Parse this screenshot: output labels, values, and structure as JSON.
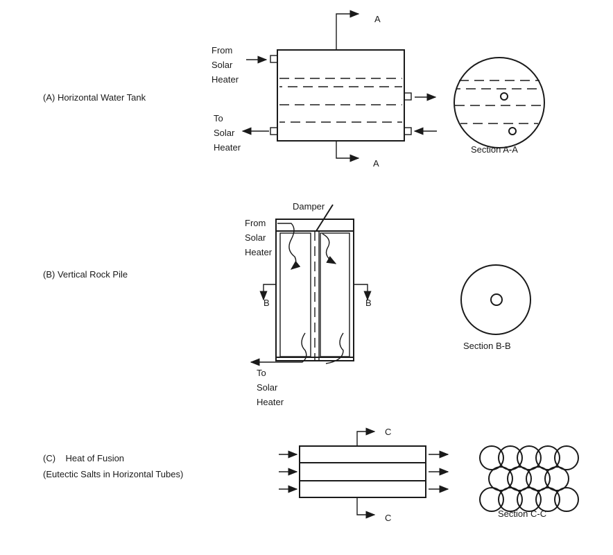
{
  "panel_a": {
    "label": "(A) Horizontal Water Tank",
    "inlet": [
      "From",
      "Solar",
      "Heater"
    ],
    "outlet": [
      "To",
      "Solar",
      "Heater"
    ],
    "section_mark_top": "A",
    "section_mark_bottom": "A",
    "section_label": "Section A-A"
  },
  "panel_b": {
    "label": "(B) Vertical Rock Pile",
    "damper": "Damper",
    "inlet": [
      "From",
      "Solar",
      "Heater"
    ],
    "outlet": [
      "To",
      "Solar",
      "Heater"
    ],
    "section_mark_left": "B",
    "section_mark_right": "B",
    "section_label": "Section B-B"
  },
  "panel_c": {
    "label_line1": "(C)    Heat of Fusion",
    "label_line2": "(Eutectic Salts in Horizontal Tubes)",
    "section_mark_top": "C",
    "section_mark_bottom": "C",
    "section_label": "Section C-C"
  }
}
